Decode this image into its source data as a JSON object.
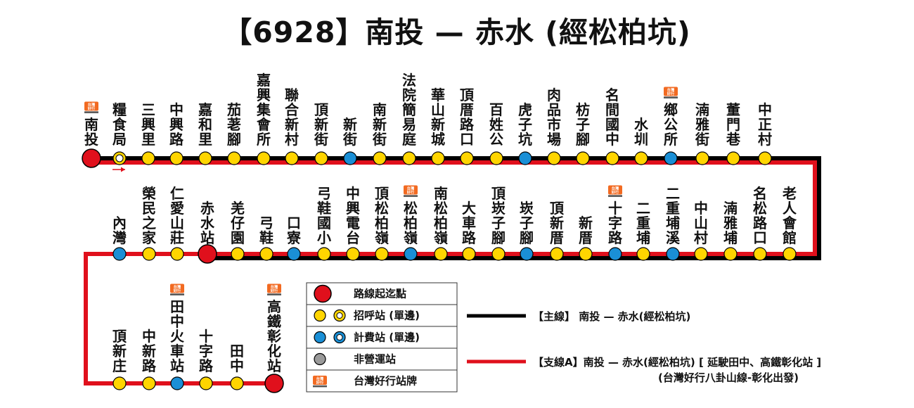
{
  "title": "【6928】南投 — 赤水 (經松柏坑)",
  "colors": {
    "main_line": "#000000",
    "branch_line": "#e0101c",
    "terminal": "#e0101c",
    "request_stop": "#ffd500",
    "fare_stage": "#1a8fd6",
    "inactive": "#9a9a9a",
    "sign": "#f26a21"
  },
  "row1": [
    {
      "name": "南投",
      "type": "terminal",
      "sign": true
    },
    {
      "name": "糧食局",
      "type": "request_ring"
    },
    {
      "name": "三興里",
      "type": "request"
    },
    {
      "name": "中興路",
      "type": "request"
    },
    {
      "name": "嘉和里",
      "type": "request"
    },
    {
      "name": "茄荖腳",
      "type": "request"
    },
    {
      "name": "嘉興集會所",
      "type": "request"
    },
    {
      "name": "聯合新村",
      "type": "request"
    },
    {
      "name": "頂新街",
      "type": "request"
    },
    {
      "name": "新街",
      "type": "fare"
    },
    {
      "name": "南新街",
      "type": "request"
    },
    {
      "name": "法院簡易庭",
      "type": "request"
    },
    {
      "name": "華山新城",
      "type": "request"
    },
    {
      "name": "頂厝路口",
      "type": "request"
    },
    {
      "name": "百姓公",
      "type": "request"
    },
    {
      "name": "虎子坑",
      "type": "fare"
    },
    {
      "name": "肉品市場",
      "type": "request"
    },
    {
      "name": "枋子腳",
      "type": "request"
    },
    {
      "name": "名間國中",
      "type": "request"
    },
    {
      "name": "水圳",
      "type": "request"
    },
    {
      "name": "鄉公所",
      "type": "fare",
      "sign": true
    },
    {
      "name": "湳雅街",
      "type": "request"
    },
    {
      "name": "董門巷",
      "type": "request"
    },
    {
      "name": "中正村",
      "type": "request"
    }
  ],
  "row2": [
    {
      "name": "內灣",
      "type": "fare"
    },
    {
      "name": "榮民之家",
      "type": "request"
    },
    {
      "name": "仁愛山莊",
      "type": "request"
    },
    {
      "name": "赤水站",
      "type": "terminal"
    },
    {
      "name": "羌仔園",
      "type": "request"
    },
    {
      "name": "弓鞋",
      "type": "request"
    },
    {
      "name": "口寮",
      "type": "fare"
    },
    {
      "name": "弓鞋國小",
      "type": "request"
    },
    {
      "name": "中興電台",
      "type": "request"
    },
    {
      "name": "頂松柏嶺",
      "type": "request"
    },
    {
      "name": "松柏嶺",
      "type": "fare",
      "sign": true
    },
    {
      "name": "南松柏嶺",
      "type": "request"
    },
    {
      "name": "大車路",
      "type": "request"
    },
    {
      "name": "頂崁子腳",
      "type": "request"
    },
    {
      "name": "崁子腳",
      "type": "fare"
    },
    {
      "name": "頂新厝",
      "type": "request"
    },
    {
      "name": "新厝",
      "type": "request"
    },
    {
      "name": "十字路",
      "type": "fare",
      "sign": true
    },
    {
      "name": "二重埔",
      "type": "request"
    },
    {
      "name": "二重埔溪",
      "type": "fare"
    },
    {
      "name": "中山村",
      "type": "request"
    },
    {
      "name": "湳雅埔",
      "type": "request"
    },
    {
      "name": "名松路口",
      "type": "request"
    },
    {
      "name": "老人會館",
      "type": "request"
    }
  ],
  "row3": [
    {
      "name": "頂新庄",
      "type": "request"
    },
    {
      "name": "中新路",
      "type": "request"
    },
    {
      "name": "田中火車站",
      "type": "fare",
      "sign": true
    },
    {
      "name": "十字路",
      "type": "request"
    },
    {
      "name": "田中",
      "type": "request"
    },
    {
      "name": "高鐵彰化站",
      "type": "terminal",
      "sign": true
    }
  ],
  "legend": {
    "items": [
      {
        "symbol": "terminal",
        "label": "路線起迄點"
      },
      {
        "symbol": "request",
        "label": "招呼站 (單邊)"
      },
      {
        "symbol": "fare",
        "label": "計費站 (單邊)"
      },
      {
        "symbol": "inactive",
        "label": "非營運站"
      },
      {
        "symbol": "sign",
        "label": "台灣好行站牌"
      }
    ]
  },
  "lines": {
    "main": "【主線】 南投 — 赤水(經松柏坑)",
    "branch": "【支線A】南投 — 赤水(經松柏坑) [ 延駛田中、高鐵彰化站 ]",
    "branch_note": "(台灣好行八卦山線-彰化出發)"
  },
  "sign_text": {
    "top": "台灣",
    "bottom": "好行"
  }
}
